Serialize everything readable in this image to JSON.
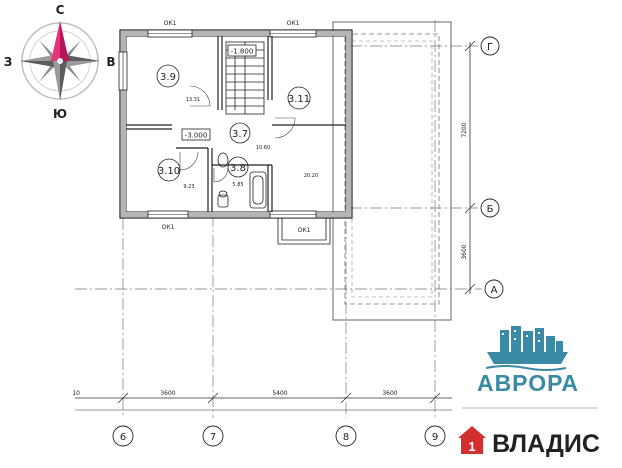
{
  "compass": {
    "north": "С",
    "south": "Ю",
    "west": "З",
    "east": "В"
  },
  "rooms": [
    {
      "id": "r39",
      "label": "3.9",
      "area": "13.31"
    },
    {
      "id": "r311",
      "label": "3.11",
      "area": "20.20"
    },
    {
      "id": "r37",
      "label": "3.7",
      "area": "10.60"
    },
    {
      "id": "r310",
      "label": "3.10",
      "area": "9.23"
    },
    {
      "id": "r38",
      "label": "3.8",
      "area": "5.85"
    }
  ],
  "level_marks": [
    "-1.800",
    "-3.000"
  ],
  "window_marks": [
    "ОК1",
    "ОК1",
    "ОК1",
    "ОК1"
  ],
  "dimensions": {
    "vertical": [
      "7200",
      "3600"
    ],
    "horizontal": [
      "10",
      "3600",
      "5400",
      "3600"
    ]
  },
  "axes": {
    "horizontal": [
      "Г",
      "Б",
      "А"
    ],
    "vertical": [
      "6",
      "7",
      "8",
      "9"
    ]
  },
  "brand": {
    "name": "АВРОРА",
    "partner": "ВЛАДИС",
    "partner_badge": "1",
    "accent": "#3a8aa6",
    "partner_color": "#d32f2f"
  }
}
